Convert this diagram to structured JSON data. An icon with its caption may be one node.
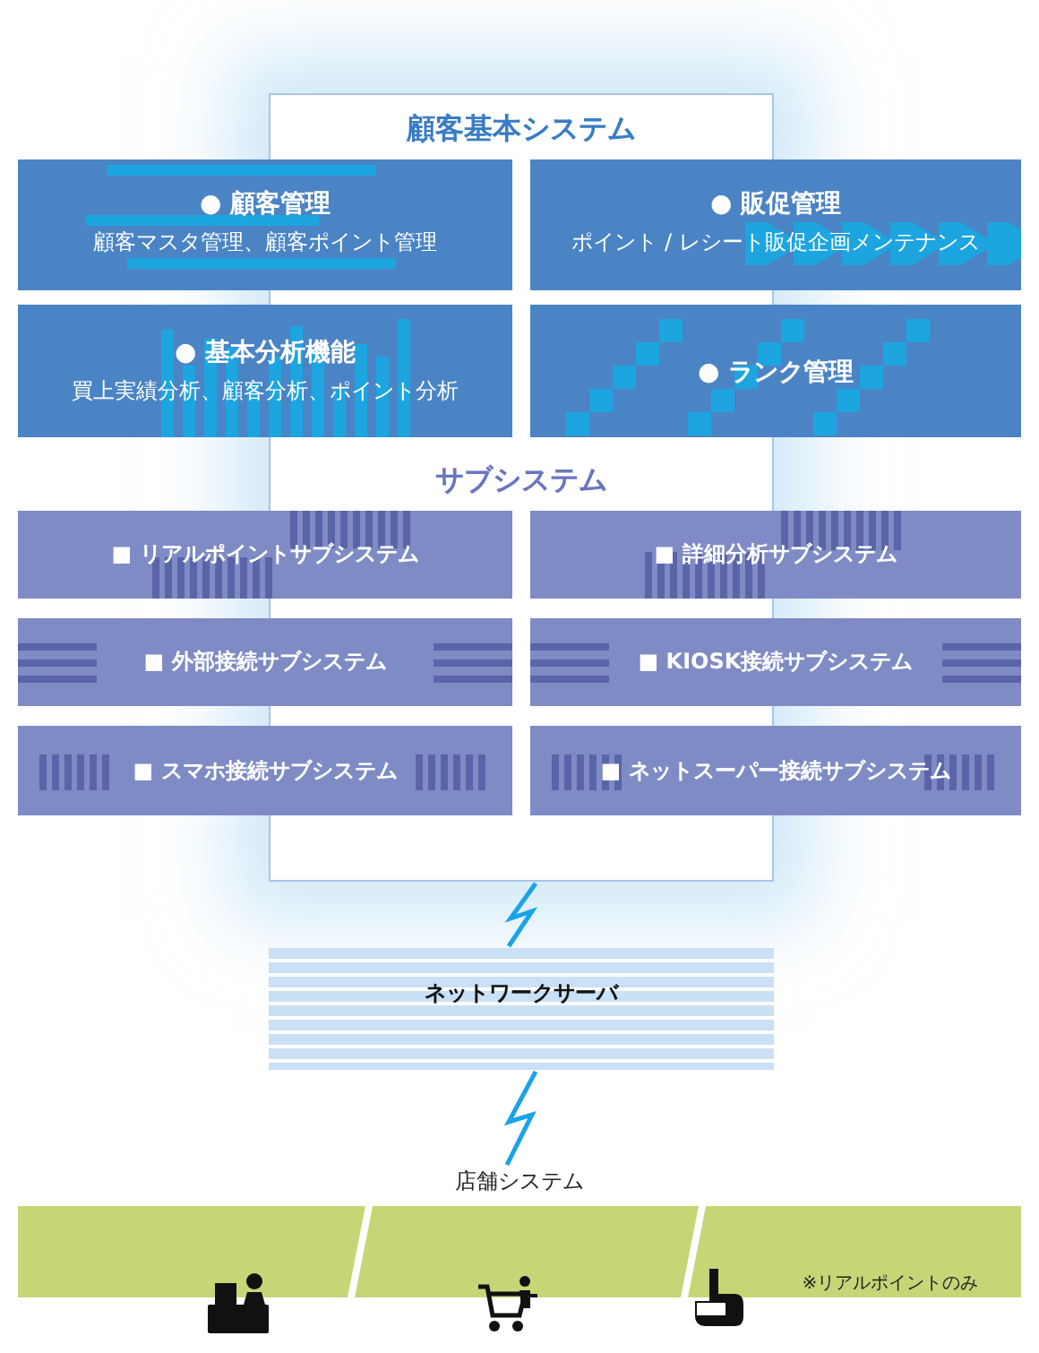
{
  "diagram": {
    "nodes": [
      {
        "text": [
          "顧客基本システム"
        ]
      },
      {
        "text": [
          "● 顧客管理",
          "顧客マスタ管理、顧客ポイント管理"
        ]
      },
      {
        "text": [
          "● 販促管理",
          "ポイント / レシート販促企画メンテナンス"
        ]
      },
      {
        "text": [
          "● 基本分析機能",
          "買上実績分析、顧客分析、ポイント分析"
        ]
      },
      {
        "text": [
          "● ランク管理"
        ]
      },
      {
        "text": [
          "■ リアルポイントサブシステム"
        ]
      },
      {
        "text": [
          "■ 詳細分析サブシステム"
        ]
      },
      {
        "text": [
          "■ 外部接続サブシステム"
        ]
      },
      {
        "text": [
          "■ KIOSK接続サブシステム"
        ]
      },
      {
        "text": [
          "■ スマホ接続サブシステム"
        ]
      },
      {
        "text": [
          "■ ネットスーパー接続サブシステム"
        ]
      },
      {
        "text": [
          "ネットワークサーバ"
        ]
      },
      {
        "text": [
          "店舗システム"
        ]
      },
      {
        "text": [],
        "shape": "parallelogram"
      },
      {
        "text": [],
        "shape": "parallelogram"
      },
      {
        "text": [
          "※リアルポイントのみ"
        ]
      }
    ],
    "edges": [
      {
        "from": null,
        "to": 11,
        "arrow": "none"
      },
      {
        "from": 11,
        "to": 12,
        "arrow": "none"
      }
    ],
    "labels": [
      "サブシステム"
    ]
  }
}
